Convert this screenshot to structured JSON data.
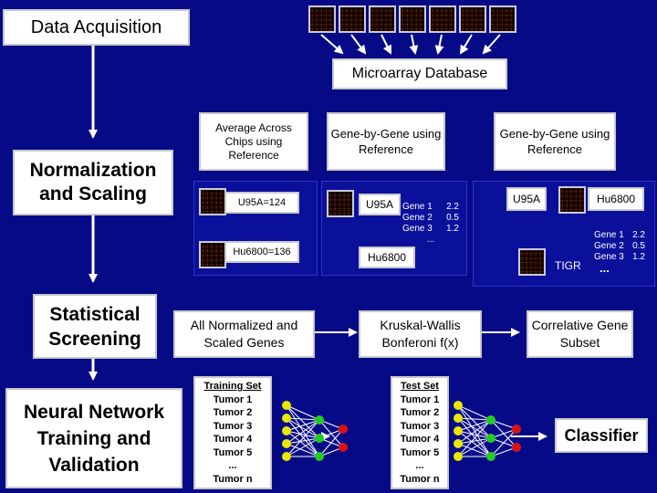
{
  "steps": {
    "data_acquisition": "Data Acquisition",
    "normalization": "Normalization and Scaling",
    "statistical": "Statistical Screening",
    "neural": "Neural Network Training and Validation"
  },
  "database": "Microarray Database",
  "methods": {
    "average": "Average Across Chips using Reference",
    "gene_ref_1": "Gene-by-Gene using Reference",
    "gene_ref_2": "Gene-by-Gene using Reference"
  },
  "chips": {
    "u95a_124": "U95A=124",
    "hu6800_136": "Hu6800=136",
    "u95a": "U95A",
    "hu6800": "Hu6800",
    "u95a_b": "U95A",
    "hu6800_b": "Hu6800",
    "tigr": "TIGR"
  },
  "gene_table_1": {
    "rows": [
      {
        "gene": "Gene 1",
        "value": "2.2"
      },
      {
        "gene": "Gene 2",
        "value": "0.5"
      },
      {
        "gene": "Gene 3",
        "value": "1.2"
      }
    ],
    "more": "..."
  },
  "gene_table_2": {
    "rows": [
      {
        "gene": "Gene 1",
        "value": "2.2"
      },
      {
        "gene": "Gene 2",
        "value": "0.5"
      },
      {
        "gene": "Gene 3",
        "value": "1.2"
      }
    ],
    "more": "..."
  },
  "screening": {
    "all_normalized": "All Normalized and Scaled Genes",
    "kruskal": "Kruskal-Wallis Bonferoni f(x)",
    "correlative": "Correlative Gene Subset"
  },
  "training_set": {
    "header": "Training Set",
    "items": [
      "Tumor 1",
      "Tumor 2",
      "Tumor 3",
      "Tumor 4",
      "Tumor 5",
      "...",
      "Tumor n"
    ]
  },
  "test_set": {
    "header": "Test Set",
    "items": [
      "Tumor 1",
      "Tumor 2",
      "Tumor 3",
      "Tumor 4",
      "Tumor 5",
      "...",
      "Tumor n"
    ]
  },
  "classifier": "Classifier",
  "colors": {
    "background": "#070a86",
    "node_input": "#e8e800",
    "node_hidden": "#22cc22",
    "node_output": "#dd1111"
  }
}
